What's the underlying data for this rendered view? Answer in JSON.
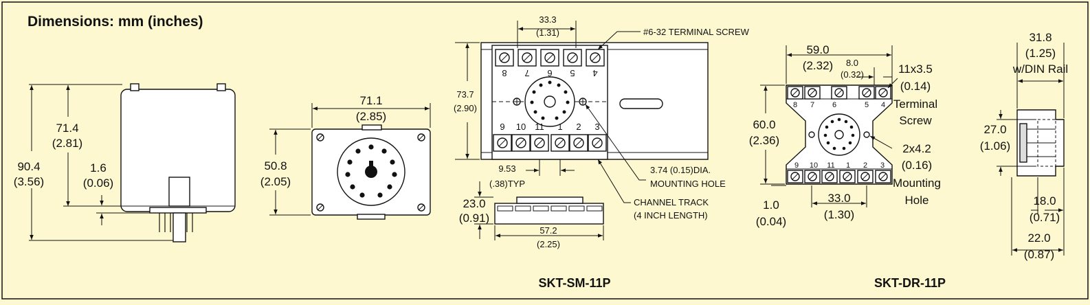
{
  "title": "Dimensions: mm (inches)",
  "relay_side": {
    "total_height": "90.4",
    "total_height_in": "(3.56)",
    "body_height": "71.4",
    "body_height_in": "(2.81)",
    "gap": "1.6",
    "gap_in": "(0.06)"
  },
  "relay_bottom": {
    "width": "71.1",
    "width_in": "(2.85)",
    "height": "50.8",
    "height_in": "(2.05)"
  },
  "skt_sm": {
    "label": "SKT-SM-11P",
    "screw_spacing": "33.3",
    "screw_spacing_in": "(1.31)",
    "terminal_screw": "#6-32 TERMINAL SCREW",
    "height": "73.7",
    "height_in": "(2.90)",
    "terminals_top": [
      "8",
      "7",
      "6",
      "5",
      "4"
    ],
    "terminals_bottom": [
      "9",
      "10",
      "11",
      "1",
      "2",
      "3"
    ],
    "pitch": "9.53",
    "pitch_in": "(.38)TYP",
    "hole": "3.74 (0.15)DIA.",
    "hole2": "MOUNTING HOLE",
    "track": "CHANNEL TRACK",
    "track2": "(4 INCH LENGTH)",
    "side_height": "23.0",
    "side_height_in": "(0.91)",
    "length": "57.2",
    "length_in": "(2.25)"
  },
  "skt_dr": {
    "label": "SKT-DR-11P",
    "width": "59.0",
    "width_in": "(2.32)",
    "spacing": "8.0",
    "spacing_in": "(0.32)",
    "screw": "11x3.5",
    "screw_in": "(0.14)",
    "screw_l1": "Terminal",
    "screw_l2": "Screw",
    "height": "60.0",
    "height_in": "(2.36)",
    "hole": "2x4.2",
    "hole_in": "(0.16)",
    "hole_l1": "Mounting",
    "hole_l2": "Hole",
    "terminals_top": [
      "8",
      "7",
      "6",
      "5",
      "4"
    ],
    "terminals_bottom": [
      "9",
      "10",
      "11",
      "1",
      "2",
      "3"
    ],
    "gap": "1.0",
    "gap_in": "(0.04)",
    "hole_spacing": "33.0",
    "hole_spacing_in": "(1.30)"
  },
  "din_side": {
    "width": "31.8",
    "width_in": "(1.25)",
    "note": "w/DIN Rail",
    "rail": "27.0",
    "rail_in": "(1.06)",
    "depth1": "18.0",
    "depth1_in": "(0.71)",
    "depth2": "22.0",
    "depth2_in": "(0.87)"
  }
}
